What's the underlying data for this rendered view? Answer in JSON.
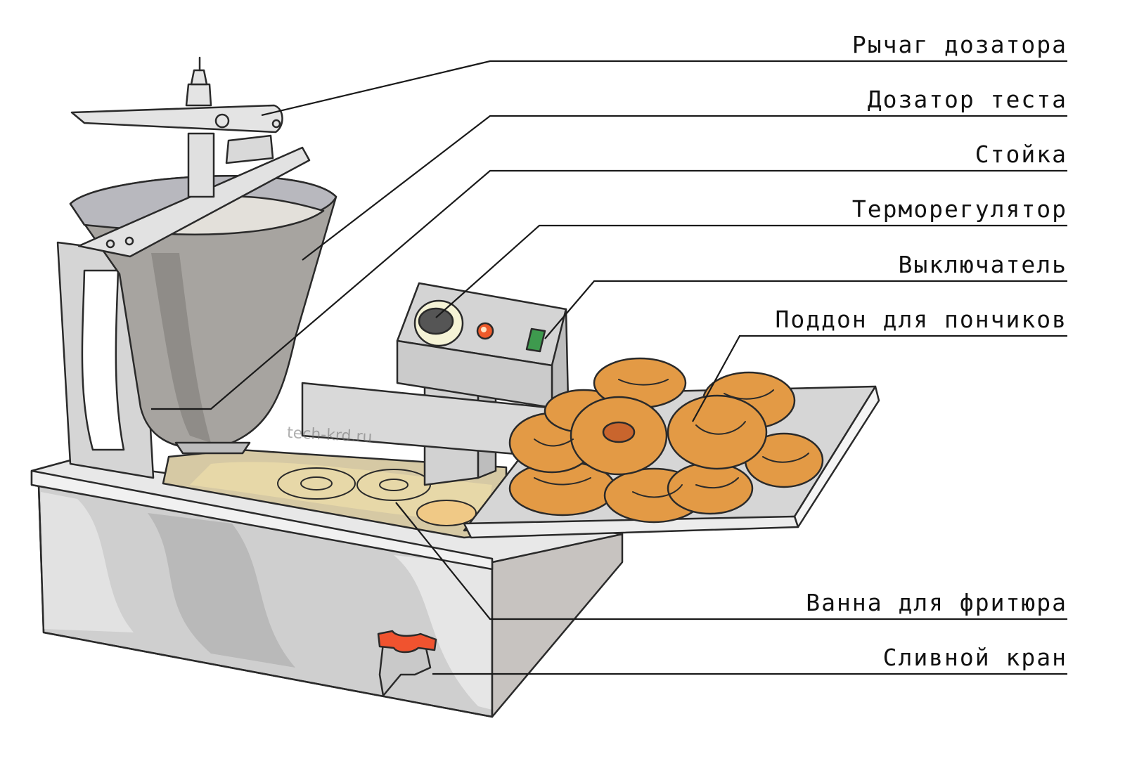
{
  "diagram": {
    "subject": "Donut fryer machine (illustration)",
    "watermark": "tech-krd.ru",
    "colors": {
      "background": "#ffffff",
      "line": "#1a1a1a",
      "steel_light": "#d9d9d9",
      "steel_mid": "#bdbdbd",
      "steel_dark": "#a3a09c",
      "dough": "#e3e0da",
      "oil": "#e8d9a6",
      "donut": "#e39a45",
      "donut_dark": "#c9652d",
      "donut_light": "#f3c68e",
      "knob": "#555555",
      "knob_ring": "#f5f3d6",
      "indicator_light": "#ee5a2a",
      "switch": "#3e9a4e",
      "tap_handle": "#f0532f"
    },
    "labels": [
      {
        "id": "dispenser-lever",
        "text": "Рычаг дозатора"
      },
      {
        "id": "dough-dispenser",
        "text": "Дозатор теста"
      },
      {
        "id": "stand",
        "text": "Стойка"
      },
      {
        "id": "thermostat",
        "text": "Терморегулятор"
      },
      {
        "id": "switch",
        "text": "Выключатель"
      },
      {
        "id": "donut-tray",
        "text": "Поддон для пончиков"
      },
      {
        "id": "fryer-bath",
        "text": "Ванна для фритюра"
      },
      {
        "id": "drain-tap",
        "text": "Сливной кран"
      }
    ]
  }
}
